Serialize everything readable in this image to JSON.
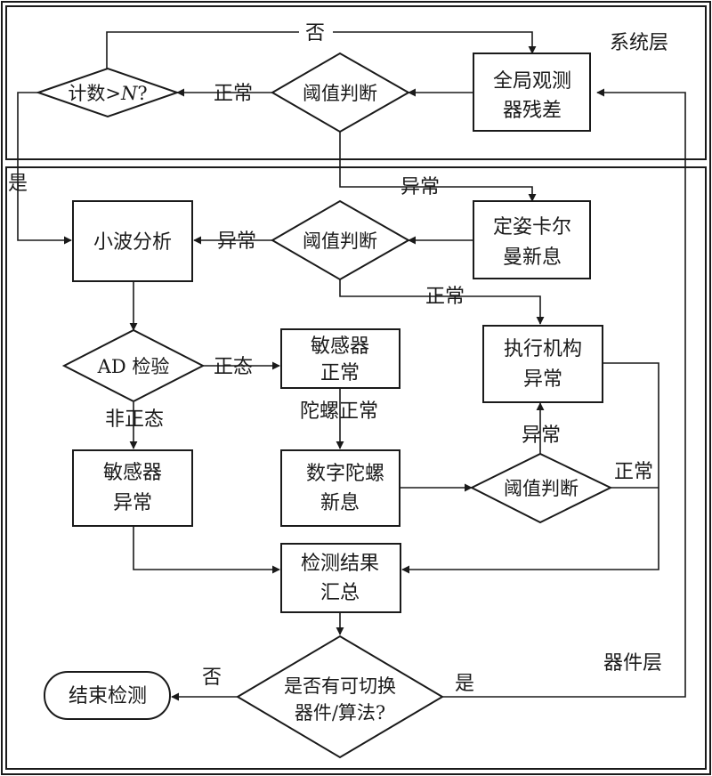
{
  "layers": {
    "system": "系统层",
    "device": "器件层"
  },
  "nodes": {
    "count_decision": {
      "prefix": "计数>",
      "var": "N",
      "suffix": "?"
    },
    "threshold_system": "阈值判断",
    "global_residual": [
      "全局观测",
      "器残差"
    ],
    "wavelet": "小波分析",
    "threshold_attitude": "阈值判断",
    "attitude_kalman": [
      "定姿卡尔",
      "曼新息"
    ],
    "ad_test": "AD 检验",
    "sensor_normal": [
      "敏感器",
      "正常"
    ],
    "actuator_abnormal": [
      "执行机构",
      "异常"
    ],
    "sensor_abnormal": [
      "敏感器",
      "异常"
    ],
    "gyro_innovation": [
      "数字陀螺",
      "新息"
    ],
    "threshold_gyro": "阈值判断",
    "result_summary": [
      "检测结果",
      "汇总"
    ],
    "switchable_decision": [
      "是否有可切换",
      "器件/算法?"
    ],
    "end": "结束检测"
  },
  "edges": {
    "count_no": "否",
    "system_normal": "正常",
    "count_yes": "是",
    "system_abnormal": "异常",
    "attitude_abnormal": "异常",
    "attitude_normal": "正常",
    "ad_normal": "正态",
    "ad_non_normal": "非正态",
    "gyro_normal": "陀螺正常",
    "gyro_abnormal": "异常",
    "gyro_threshold_normal": "正常",
    "switch_no": "否",
    "switch_yes": "是"
  }
}
